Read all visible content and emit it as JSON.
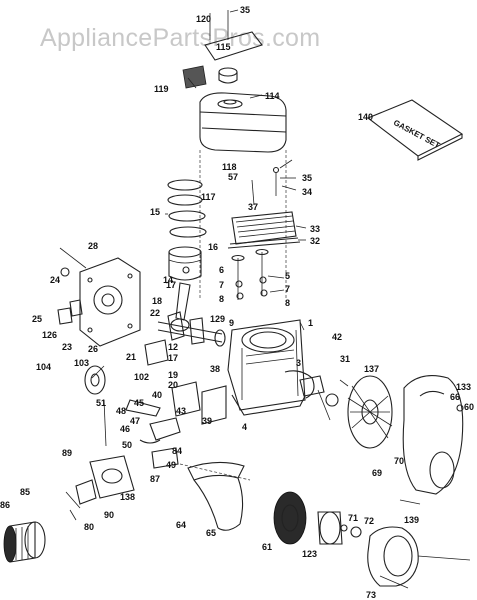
{
  "watermark": "AppliancePartsPros.com",
  "gasket_set_label": "GASKET SET",
  "callouts": {
    "p120": "120",
    "p35a": "35",
    "p119": "119",
    "p115": "115",
    "p114": "114",
    "p140": "140",
    "p118": "118",
    "p57": "57",
    "p117": "117",
    "p35b": "35",
    "p34": "34",
    "p37": "37",
    "p15": "15",
    "p33": "33",
    "p32": "32",
    "p28": "28",
    "p16": "16",
    "p24": "24",
    "p14": "14",
    "p6": "6",
    "p5": "5",
    "p7a": "7",
    "p7b": "7",
    "p17": "17",
    "p8a": "8",
    "p8b": "8",
    "p25": "25",
    "p126": "126",
    "p18": "18",
    "p22": "22",
    "p9": "9",
    "p23": "23",
    "p26": "26",
    "p129": "129",
    "p1": "1",
    "p42": "42",
    "p12": "12",
    "p21": "21",
    "p17b": "17",
    "p3": "3",
    "p31": "31",
    "p137": "137",
    "p103": "103",
    "p104": "104",
    "p102": "102",
    "p38": "38",
    "p19": "19",
    "p20": "20",
    "p40": "40",
    "p133": "133",
    "p66": "66",
    "p60": "60",
    "p51": "51",
    "p45": "45",
    "p43": "43",
    "p39": "39",
    "p48": "48",
    "p46": "46",
    "p47": "47",
    "p4": "4",
    "p70": "70",
    "p84": "84",
    "p50": "50",
    "p69": "69",
    "p89": "89",
    "p49": "49",
    "p87": "87",
    "p138": "138",
    "p85": "85",
    "p86": "86",
    "p90": "90",
    "p80": "80",
    "p64": "64",
    "p65": "65",
    "p61": "61",
    "p123": "123",
    "p71": "71",
    "p72": "72",
    "p139": "139",
    "p73": "73"
  }
}
